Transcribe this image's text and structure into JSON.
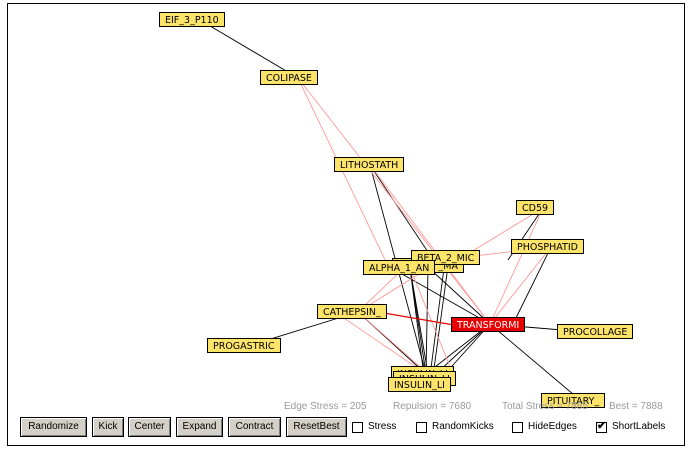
{
  "graph": {
    "nodes": {
      "eif": "EIF_3_P110",
      "colipase": "COLIPASE",
      "lithostath": "LITHOSTATH",
      "cd59": "CD59",
      "phosphatid": "PHOSPHATID",
      "beta2mic": "BETA_2_MIC",
      "hidden_lab": "_MA",
      "alpha1an": "ALPHA_1_AN",
      "cathepsin": "CATHEPSIN_",
      "transform": "TRANSFORMI",
      "procollage": "PROCOLLAGE",
      "progastric": "PROGASTRIC",
      "insulin_a": "INSULIN_LI",
      "insulin_b": "INSULIN_LI",
      "insulin_c": "INSULIN_LI",
      "pituitary": "PITUITARY_"
    },
    "colors": {
      "node_fill": "#fce36a",
      "selected_fill": "#e60000",
      "edge_normal": "#000000",
      "edge_stressed": "#ff9999",
      "edge_red": "#e60000"
    }
  },
  "stats": {
    "edge_stress": "Edge Stress = 205",
    "repulsion": "Repulsion = 7680",
    "total_stress": "Total Stress = 7885",
    "best": "Best = 7888"
  },
  "controls": {
    "buttons": {
      "randomize": "Randomize",
      "kick": "Kick",
      "center": "Center",
      "expand": "Expand",
      "contract": "Contract",
      "reset_best": "ResetBest"
    },
    "checkboxes": {
      "stress": {
        "label": "Stress",
        "checked": false
      },
      "random_kicks": {
        "label": "RandomKicks",
        "checked": false
      },
      "hide_edges": {
        "label": "HideEdges",
        "checked": false
      },
      "short_labels": {
        "label": "ShortLabels",
        "checked": true
      }
    }
  }
}
